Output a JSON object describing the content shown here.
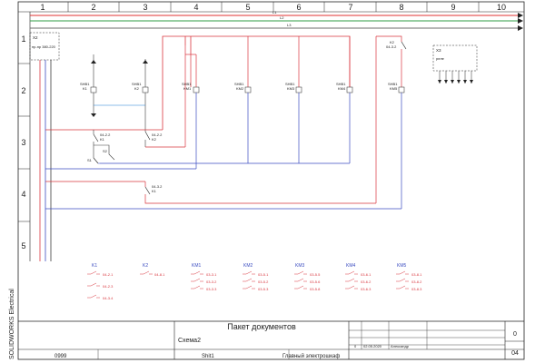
{
  "sheet": {
    "columns": [
      "1",
      "2",
      "3",
      "4",
      "5",
      "6",
      "7",
      "8",
      "9",
      "10"
    ],
    "rows": [
      "1",
      "2",
      "3",
      "4",
      "5"
    ],
    "bus_labels": [
      "L1",
      "L2",
      "L3"
    ],
    "side_label": "SOLIDWORKS Electrical"
  },
  "components": {
    "x2": {
      "tag": "X2",
      "label": "пр-пр 380-220"
    },
    "x3": {
      "tag": "X3",
      "label": "реле"
    },
    "sb1_k1": {
      "tag": "SHB1",
      "sub": "K1"
    },
    "sb1_k2": {
      "tag": "SHB1",
      "sub": "K2"
    },
    "sb1_km1": {
      "tag": "SHB1",
      "sub": "KM1"
    },
    "sb1_km2": {
      "tag": "SHB1",
      "sub": "KM2"
    },
    "sb1_km3": {
      "tag": "SHB1",
      "sub": "KM3"
    },
    "sb1_km4": {
      "tag": "SHB1",
      "sub": "KM4"
    },
    "sb1_km5": {
      "tag": "SHB1",
      "sub": "KM5"
    },
    "c_k2_top": {
      "tag": "K2",
      "sub": "04-3.2"
    },
    "c_k1_a": {
      "tag": "04-2.2",
      "sub": "K1"
    },
    "c_k2_a": {
      "tag": "04-2.2",
      "sub": "K2"
    },
    "c_k1_b": {
      "tag": "04-3.2",
      "sub": "K1"
    },
    "c_s1": {
      "tag": "S1"
    },
    "c_s2": {
      "tag": "S2"
    }
  },
  "xrefs": [
    {
      "title": "K1",
      "items": [
        "04-2.1",
        "04-2.3",
        "04-3.4"
      ]
    },
    {
      "title": "K2",
      "items": [
        "04-8.1"
      ]
    },
    {
      "title": "KM1",
      "items": [
        "03-3.1",
        "03-3.2",
        "03-3.3"
      ]
    },
    {
      "title": "KM2",
      "items": [
        "03-5.1",
        "03-5.2",
        "03-5.3"
      ]
    },
    {
      "title": "KM3",
      "items": [
        "03-5.5",
        "03-5.6",
        "03-5.8"
      ]
    },
    {
      "title": "KM4",
      "items": [
        "03-6.1",
        "03-6.2",
        "03-6.3"
      ]
    },
    {
      "title": "KM5",
      "items": [
        "03-8.1",
        "03-8.2",
        "03-8.3"
      ]
    }
  ],
  "title_block": {
    "project": "Пакет документов",
    "drawing": "Схема2",
    "sheet_no": "0",
    "page": "04",
    "rev": "0",
    "date": "02.05.2020",
    "author": "Александр",
    "code": "0999",
    "sheet_name": "Shit1",
    "object": "Главный электрошкаф"
  },
  "colors": {
    "bus_l1": "#e03131",
    "bus_l2": "#2f9e44",
    "bus_l3": "#6c6c6c",
    "phase": "#d9363e",
    "neutral": "#3b4cc0",
    "ctrl": "#3a3a3a",
    "xref_text": "#d9363e",
    "xref_title": "#3b4cc0"
  }
}
